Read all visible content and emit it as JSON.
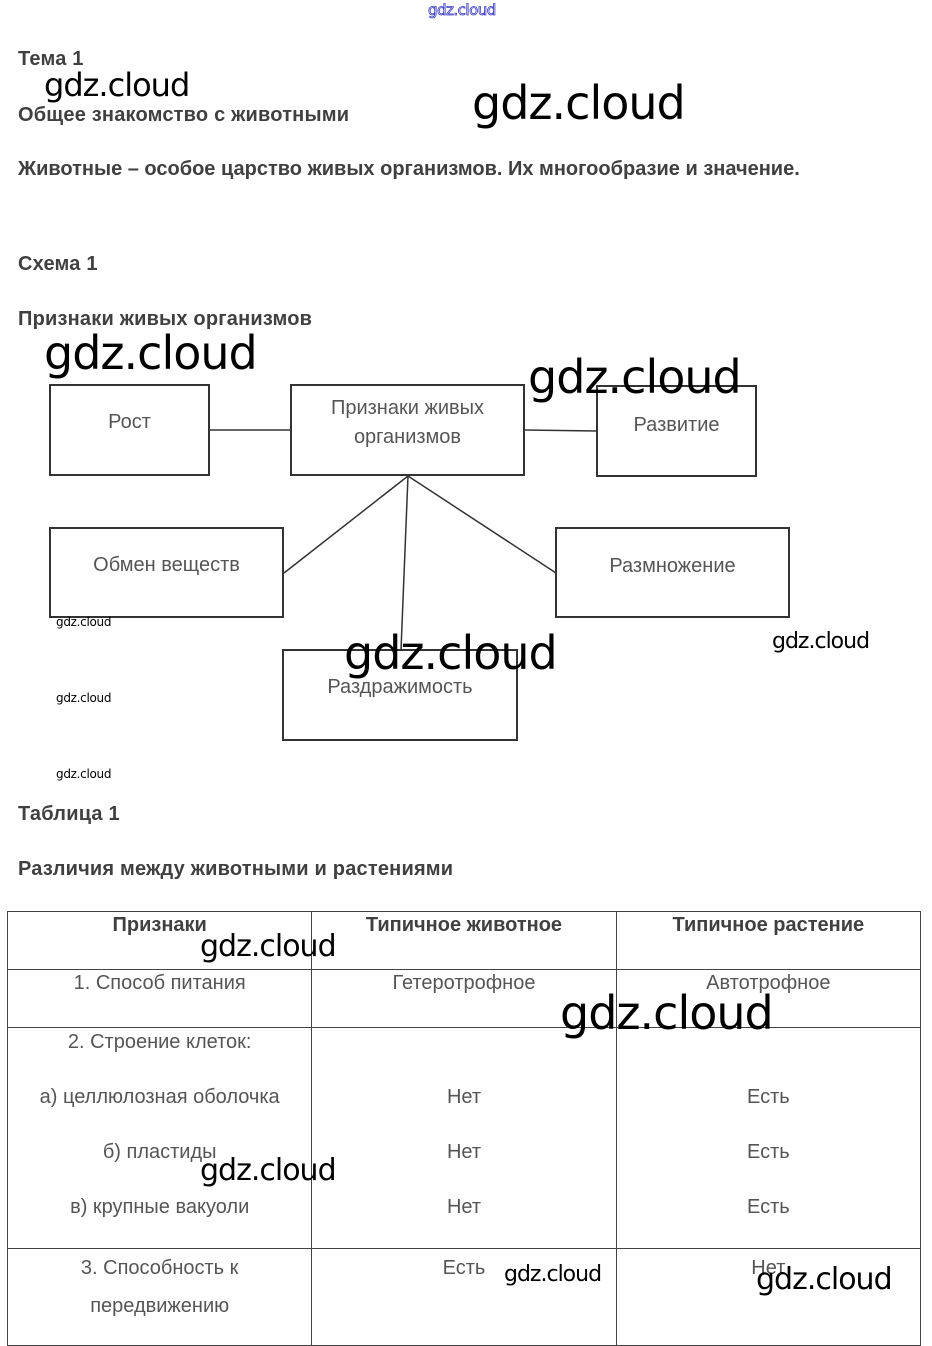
{
  "watermark": {
    "text": "gdz.cloud",
    "color": "#3a3ac0"
  },
  "header": {
    "topic": "Тема 1",
    "title": "Общее знакомство с животными"
  },
  "intro": "Животные – особое царство живых организмов. Их многообразие и значение.",
  "scheme": {
    "label": "Схема 1",
    "title": "Признаки живых организмов",
    "center": [
      "Признаки живых",
      "организмов"
    ],
    "nodes": {
      "growth": "Рост",
      "development": "Развитие",
      "metabolism": "Обмен веществ",
      "reproduction": "Размножение",
      "irritability": "Раздражимость"
    }
  },
  "table": {
    "label": "Таблица 1",
    "title": "Различия между животными и растениями",
    "headers": [
      "Признаки",
      "Типичное животное",
      "Типичное растение"
    ],
    "rows": [
      {
        "feature": "1. Способ питания",
        "animal": "Гетеротрофное",
        "plant": "Автотрофное"
      },
      {
        "feature": "2. Строение клеток:",
        "sub": [
          {
            "feature": "а) целлюлозная оболочка",
            "animal": "Нет",
            "plant": "Есть"
          },
          {
            "feature": "б) пластиды",
            "animal": "Нет",
            "plant": "Есть"
          },
          {
            "feature": "в) крупные вакуоли",
            "animal": "Нет",
            "plant": "Есть"
          }
        ]
      },
      {
        "feature": [
          "3. Способность к",
          "передвижению"
        ],
        "animal": "Есть",
        "plant": "Нет"
      }
    ]
  }
}
